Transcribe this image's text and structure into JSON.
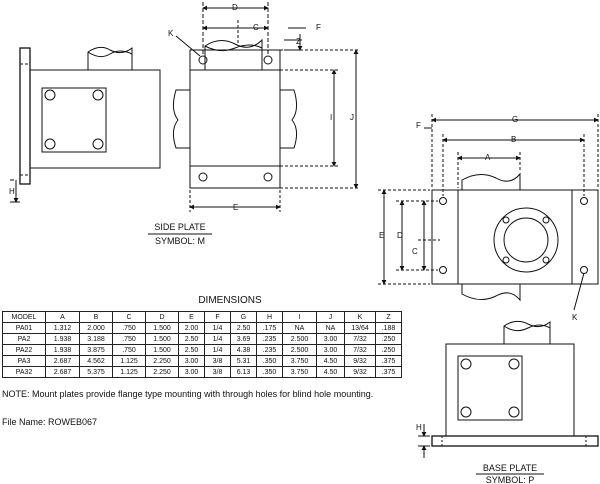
{
  "side_plate": {
    "title": "SIDE PLATE",
    "symbol": "SYMBOL: M",
    "dim_labels": {
      "d": "D",
      "c": "C",
      "f": "F",
      "z": "Z",
      "k": "K",
      "i": "I",
      "j": "J",
      "h": "H",
      "e": "E"
    }
  },
  "base_plate_top": {
    "dim_labels": {
      "g": "G",
      "f": "F",
      "b": "B",
      "a": "A",
      "e": "E",
      "d": "D",
      "c": "C",
      "k": "K"
    }
  },
  "base_plate": {
    "title": "BASE PLATE",
    "symbol": "SYMBOL: P",
    "dim_labels": {
      "h": "H"
    }
  },
  "dimensions": {
    "title": "DIMENSIONS",
    "columns": [
      "MODEL",
      "A",
      "B",
      "C",
      "D",
      "E",
      "F",
      "G",
      "H",
      "I",
      "J",
      "K",
      "Z"
    ],
    "rows": [
      [
        "PA01",
        "1.312",
        "2.000",
        ".750",
        "1.500",
        "2.00",
        "1/4",
        "2.50",
        ".175",
        "NA",
        "NA",
        "13/64",
        ".188"
      ],
      [
        "PA2",
        "1.938",
        "3.188",
        ".750",
        "1.500",
        "2.50",
        "1/4",
        "3.69",
        ".235",
        "2.500",
        "3.00",
        "7/32",
        ".250"
      ],
      [
        "PA22",
        "1.938",
        "3.875",
        ".750",
        "1.500",
        "2.50",
        "1/4",
        "4.38",
        ".235",
        "2.500",
        "3.00",
        "7/32",
        ".250"
      ],
      [
        "PA3",
        "2.687",
        "4.562",
        "1.125",
        "2.250",
        "3.00",
        "3/8",
        "5.31",
        ".350",
        "3.750",
        "4.50",
        "9/32",
        ".375"
      ],
      [
        "PA32",
        "2.687",
        "5.375",
        "1.125",
        "2.250",
        "3.00",
        "3/8",
        "6.13",
        ".350",
        "3.750",
        "4.50",
        "9/32",
        ".375"
      ]
    ]
  },
  "note": "NOTE: Mount plates provide flange type mounting with through holes for blind hole mounting.",
  "file_name": "File Name: ROWEB067"
}
